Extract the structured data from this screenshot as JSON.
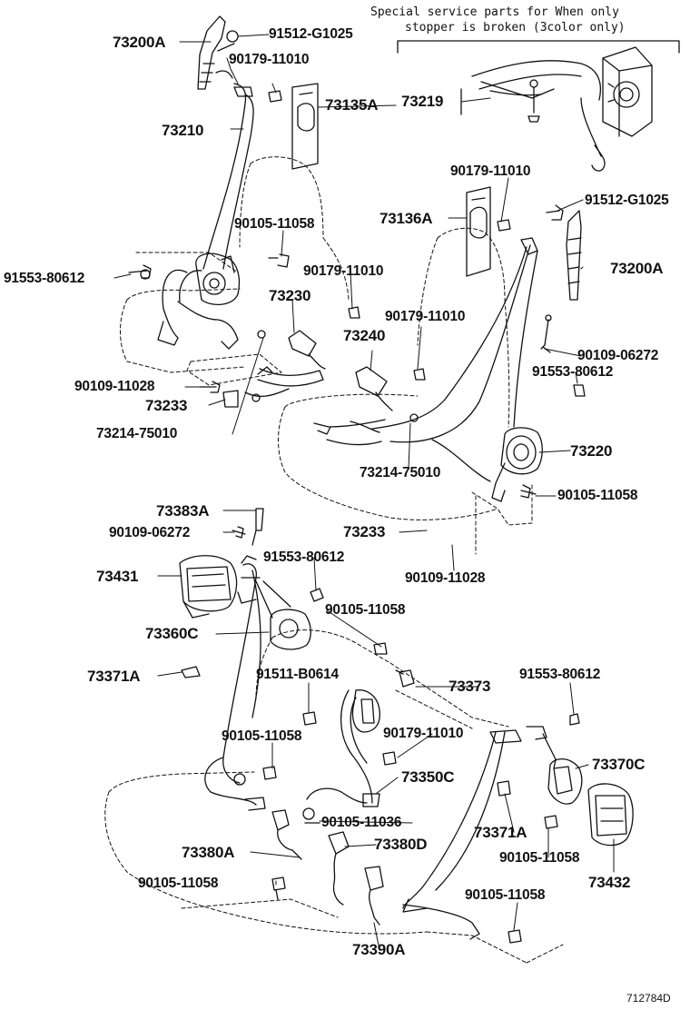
{
  "diagram": {
    "note_line1": "Special service parts for When only",
    "note_line2": "stopper is broken (3color only)",
    "figure_code": "712784D",
    "labels": {
      "p73200A_top": "73200A",
      "p91512_top": "91512-G1025",
      "p90179_top": "90179-11010",
      "p73135A": "73135A",
      "p73219": "73219",
      "p73210": "73210",
      "p90179_mid": "90179-11010",
      "p91512_right": "91512-G1025",
      "p73136A": "73136A",
      "p90105_a": "90105-11058",
      "p73200A_right": "73200A",
      "p91553_left": "91553-80612",
      "p90179_b": "90179-11010",
      "p73230": "73230",
      "p90179_c": "90179-11010",
      "p73240": "73240",
      "p90109_06272_right": "90109-06272",
      "p91553_right": "91553-80612",
      "p90109_11028_left": "90109-11028",
      "p73233_left": "73233",
      "p73214_left": "73214-75010",
      "p73220": "73220",
      "p73214_mid": "73214-75010",
      "p90105_b": "90105-11058",
      "p73383A": "73383A",
      "p90109_06272_left": "90109-06272",
      "p73233_mid": "73233",
      "p91553_mid": "91553-80612",
      "p73431": "73431",
      "p90109_11028_mid": "90109-11028",
      "p90105_c": "90105-11058",
      "p73360C": "73360C",
      "p73371A_left": "73371A",
      "p91511": "91511-B0614",
      "p73373": "73373",
      "p91553_lower": "91553-80612",
      "p90105_d": "90105-11058",
      "p90179_d": "90179-11010",
      "p73370C": "73370C",
      "p73350C": "73350C",
      "p90105_11036": "90105-11036",
      "p73371A_right": "73371A",
      "p73380A": "73380A",
      "p73380D": "73380D",
      "p90105_e": "90105-11058",
      "p73432": "73432",
      "p90105_f": "90105-11058",
      "p90105_g": "90105-11058",
      "p73390A": "73390A"
    }
  }
}
